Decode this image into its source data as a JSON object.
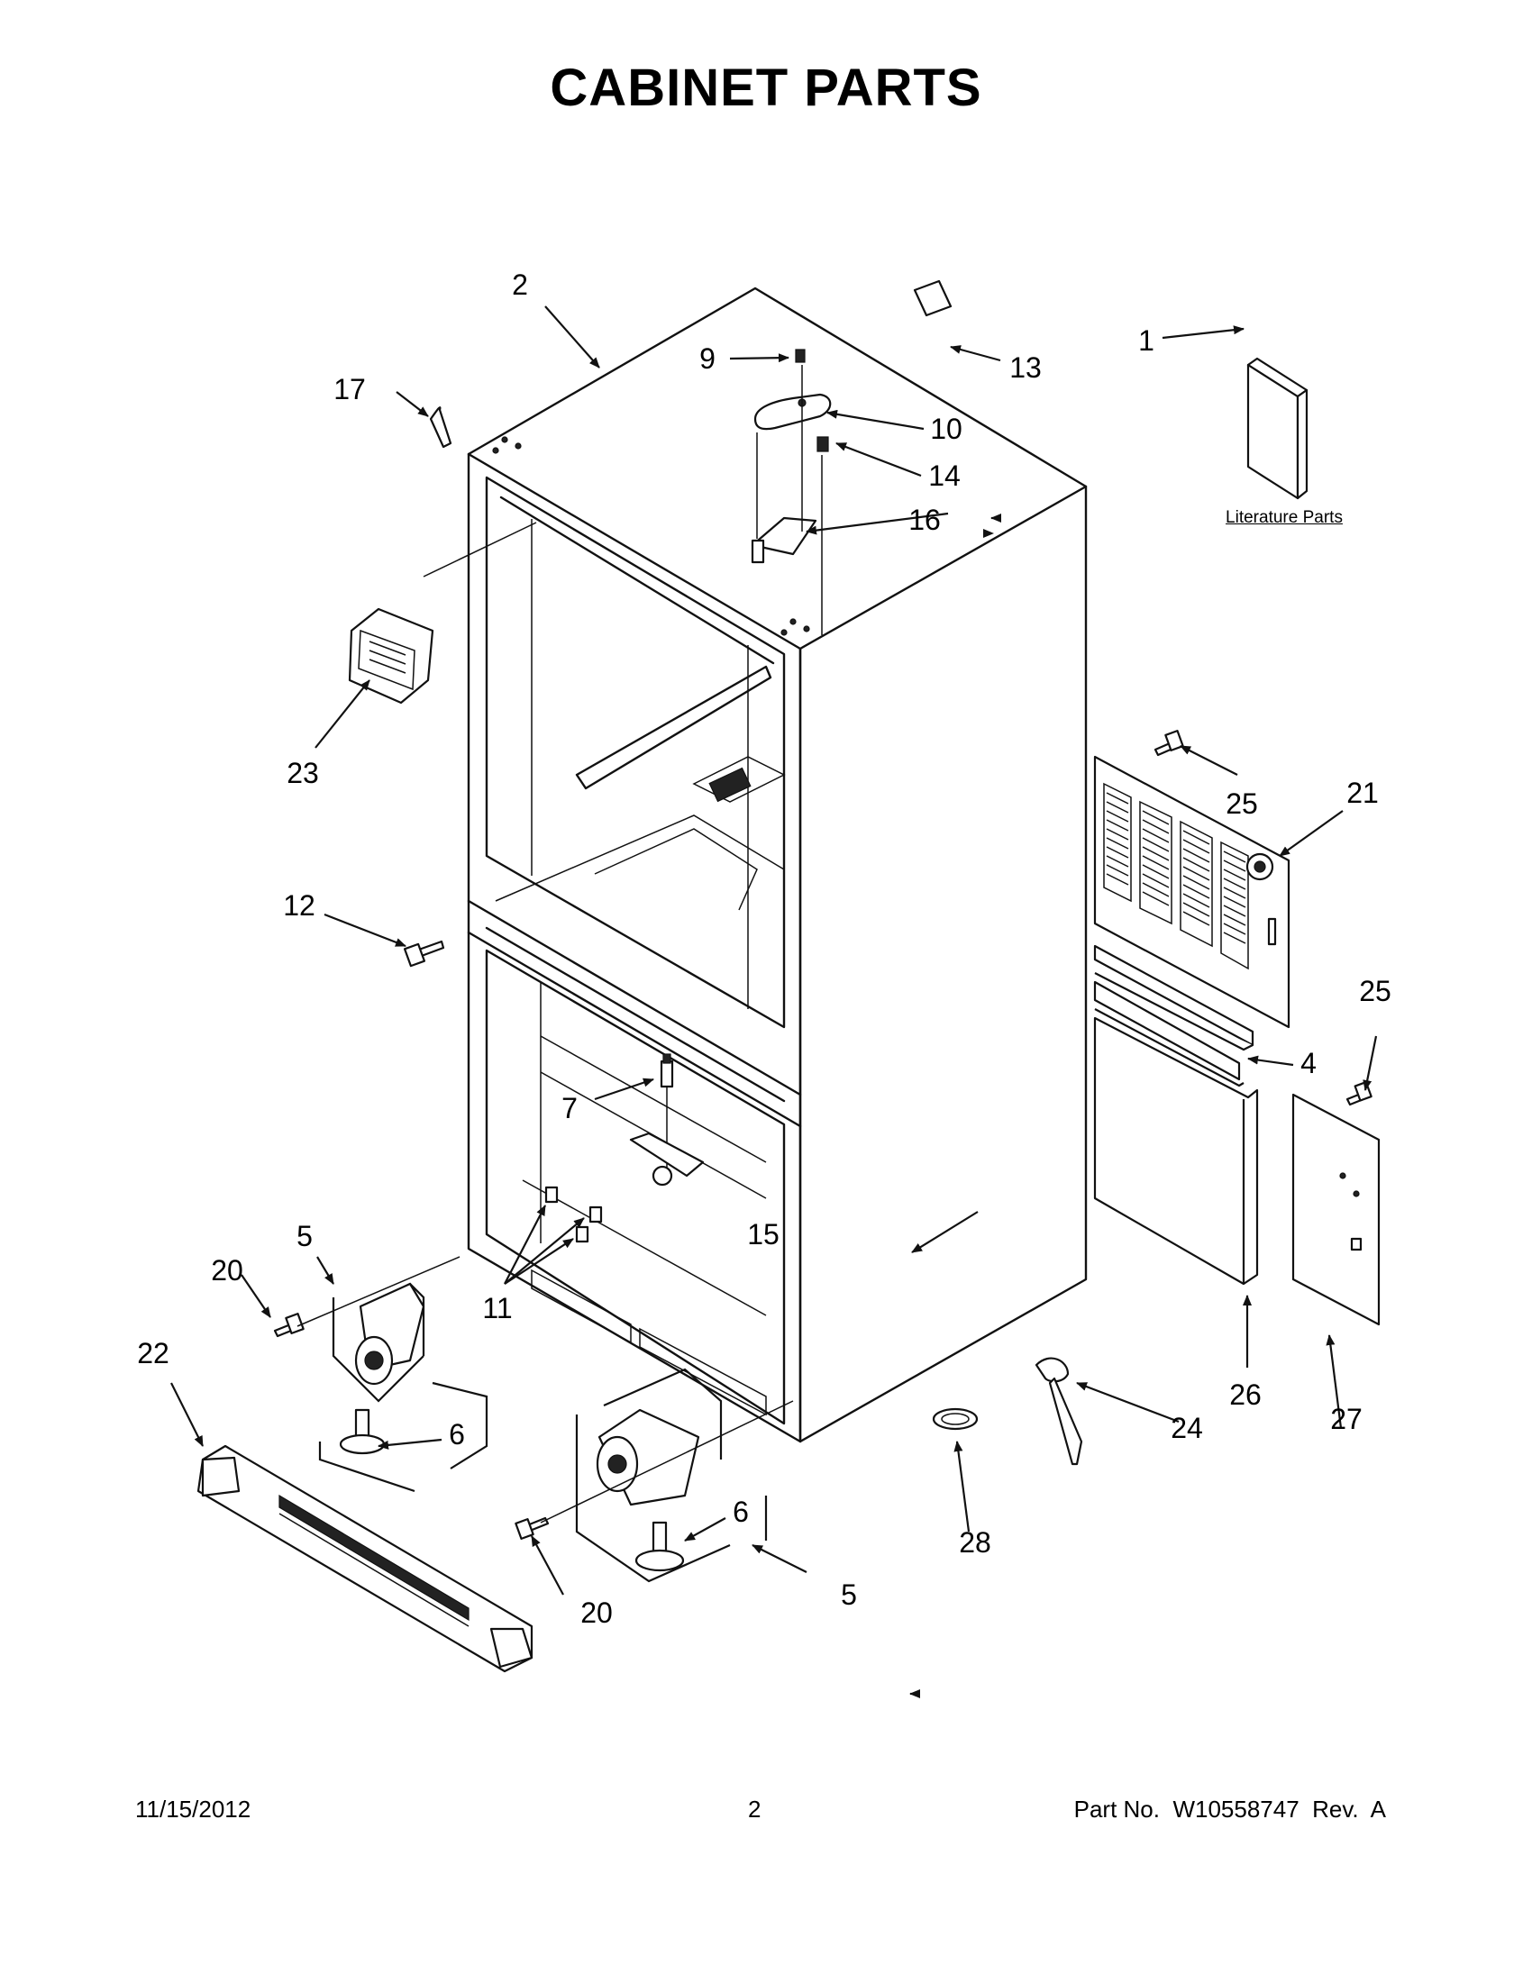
{
  "title": "CABINET PARTS",
  "literature_label": "Literature Parts",
  "callouts": {
    "c1": "1",
    "c2": "2",
    "c4": "4",
    "c5a": "5",
    "c5b": "5",
    "c6a": "6",
    "c6b": "6",
    "c7": "7",
    "c9": "9",
    "c10": "10",
    "c11": "11",
    "c12": "12",
    "c13": "13",
    "c14": "14",
    "c15": "15",
    "c16": "16",
    "c17": "17",
    "c20a": "20",
    "c20b": "20",
    "c21": "21",
    "c22": "22",
    "c23": "23",
    "c24": "24",
    "c25a": "25",
    "c25b": "25",
    "c26": "26",
    "c27": "27",
    "c28": "28"
  },
  "footer": {
    "date": "11/15/2012",
    "page_number": "2",
    "part_number": "Part No.  W10558747  Rev.  A"
  }
}
